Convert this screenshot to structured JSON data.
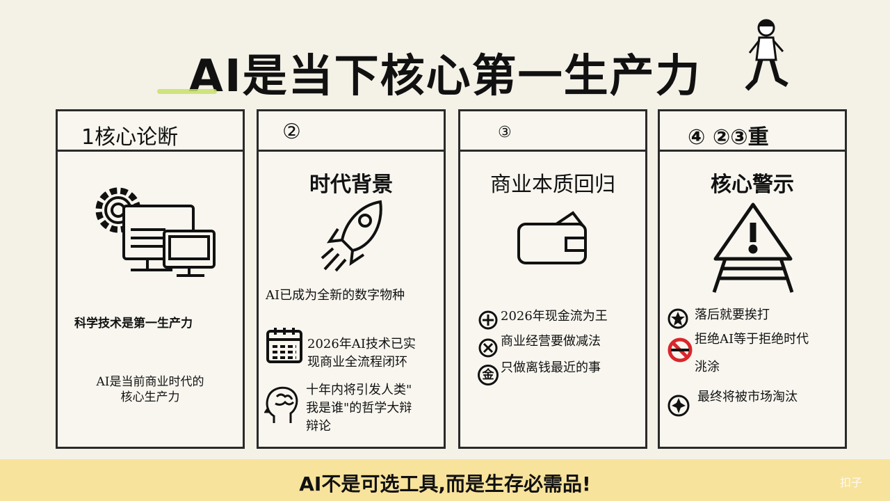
{
  "title": "AI是当下核心第一生产力",
  "panels": [
    {
      "header": "1核心论断",
      "items": [
        "科学技术是第一生产力",
        "AI是当前商业时代的\n核心生产力"
      ]
    },
    {
      "header": "②",
      "title": "时代背景",
      "items": [
        "AI已成为全新的数字物种",
        "2026年AI技术已实\n现商业全流程闭环",
        "十年内将引发人类\"\n我是谁\"的哲学大辩\n辩论"
      ]
    },
    {
      "header": "③",
      "title": "商业本质回归",
      "items": [
        "2026年现金流为王",
        "商业经营要做减法",
        "只做离钱最近的事"
      ],
      "item_icons": [
        "plus-circle",
        "x-circle",
        "金"
      ]
    },
    {
      "header": "④ ②③重",
      "title": "核心警示",
      "items": [
        "落后就要挨打",
        "拒绝AI等于拒绝时代\n\n洮涂",
        "最终将被市场淘汰"
      ]
    }
  ],
  "banner": "AI不是可选工具,而是生存必需品!",
  "watermark": "扣子",
  "colors": {
    "background": "#f4f1e7",
    "banner": "#f8e39c",
    "accent": "#c8e06a",
    "prohibit": "#d9262b"
  }
}
